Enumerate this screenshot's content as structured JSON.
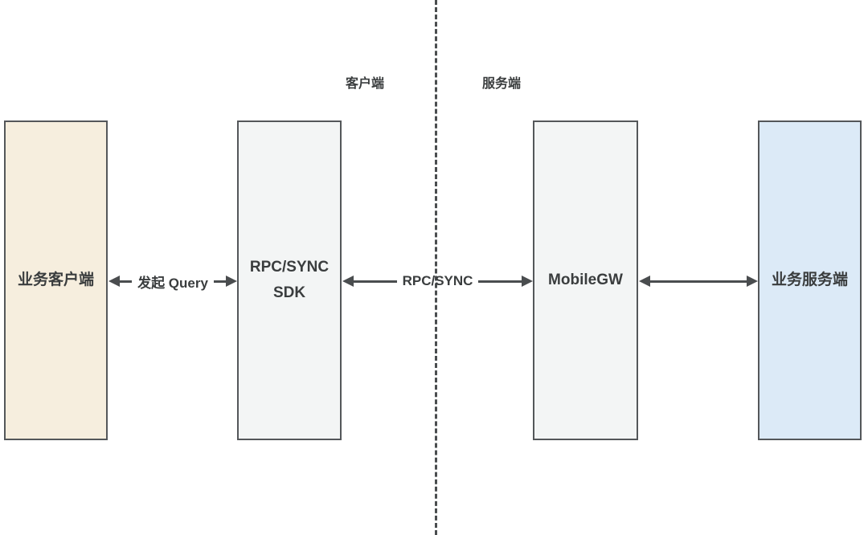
{
  "diagram": {
    "section_labels": {
      "client": "客户端",
      "server": "服务端"
    },
    "nodes": [
      {
        "id": "biz-client",
        "lines": [
          "业务客户端"
        ],
        "fill": "#f6eede"
      },
      {
        "id": "rpc-sync-sdk",
        "lines": [
          "RPC/SYNC",
          "SDK"
        ],
        "fill": "#f3f5f5"
      },
      {
        "id": "mobilegw",
        "lines": [
          "MobileGW"
        ],
        "fill": "#f3f5f5"
      },
      {
        "id": "biz-server",
        "lines": [
          "业务服务端"
        ],
        "fill": "#dceaf7"
      }
    ],
    "connections": [
      {
        "from": "biz-client",
        "to": "rpc-sync-sdk",
        "label": "发起 Query",
        "bidirectional": true
      },
      {
        "from": "rpc-sync-sdk",
        "to": "mobilegw",
        "label": "RPC/SYNC",
        "bidirectional": true
      },
      {
        "from": "mobilegw",
        "to": "biz-server",
        "label": "",
        "bidirectional": true
      }
    ],
    "colors": {
      "background": "#ffffff",
      "node_border": "#54575a",
      "arrow": "#4a4d4f",
      "divider": "#4a4d4f",
      "text": "#3a3d3e"
    }
  }
}
